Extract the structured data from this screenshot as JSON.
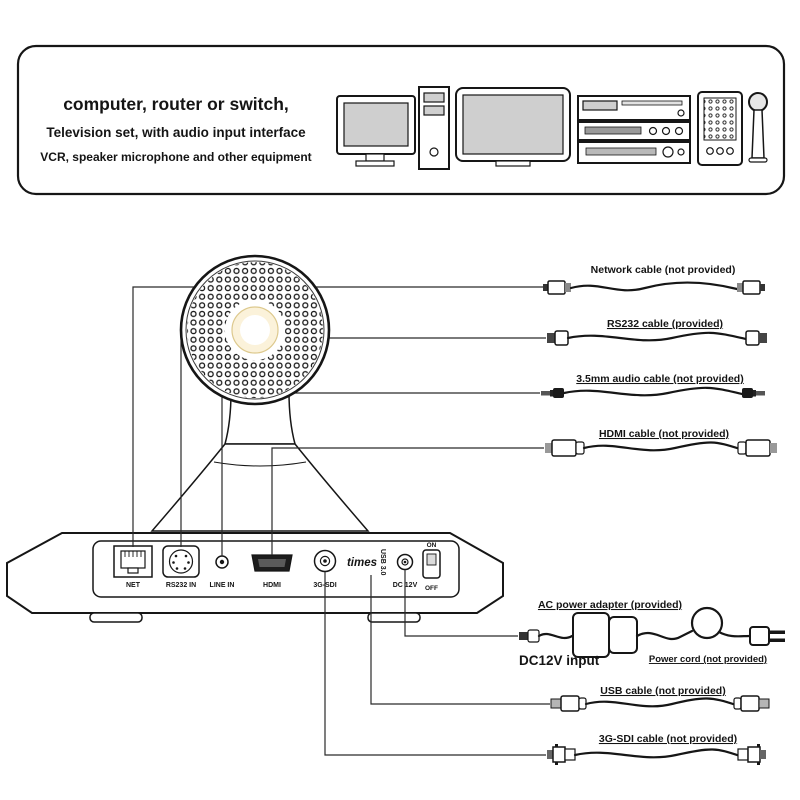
{
  "info_box": {
    "line1": "computer, router or switch,",
    "line2": "Television set, with audio input interface",
    "line3": "VCR, speaker microphone and other equipment"
  },
  "panel": {
    "net": "NET",
    "rs232": "RS232 IN",
    "line_in": "LINE IN",
    "hdmi": "HDMI",
    "sdi": "3G-SDI",
    "brand": "times",
    "usb": "USB 3.0",
    "dc": "DC 12V",
    "on": "ON",
    "off": "OFF"
  },
  "cables": {
    "network_label": "Network cable (not provided)",
    "rs232_label": "RS232 cable (provided)",
    "audio_label": "3.5mm audio cable (not provided)",
    "hdmi_label": "HDMI cable (not provided)",
    "ac_adapter_label": "AC power adapter (provided)",
    "dc12v_input_label": "DC12V input",
    "power_cord_label": "Power cord (not provided)",
    "usb_label": "USB cable (not provided)",
    "sdi_label": "3G-SDI cable (not provided)"
  },
  "colors": {
    "line_ink": "#161616",
    "screen_gray": "#cfcfcf"
  }
}
